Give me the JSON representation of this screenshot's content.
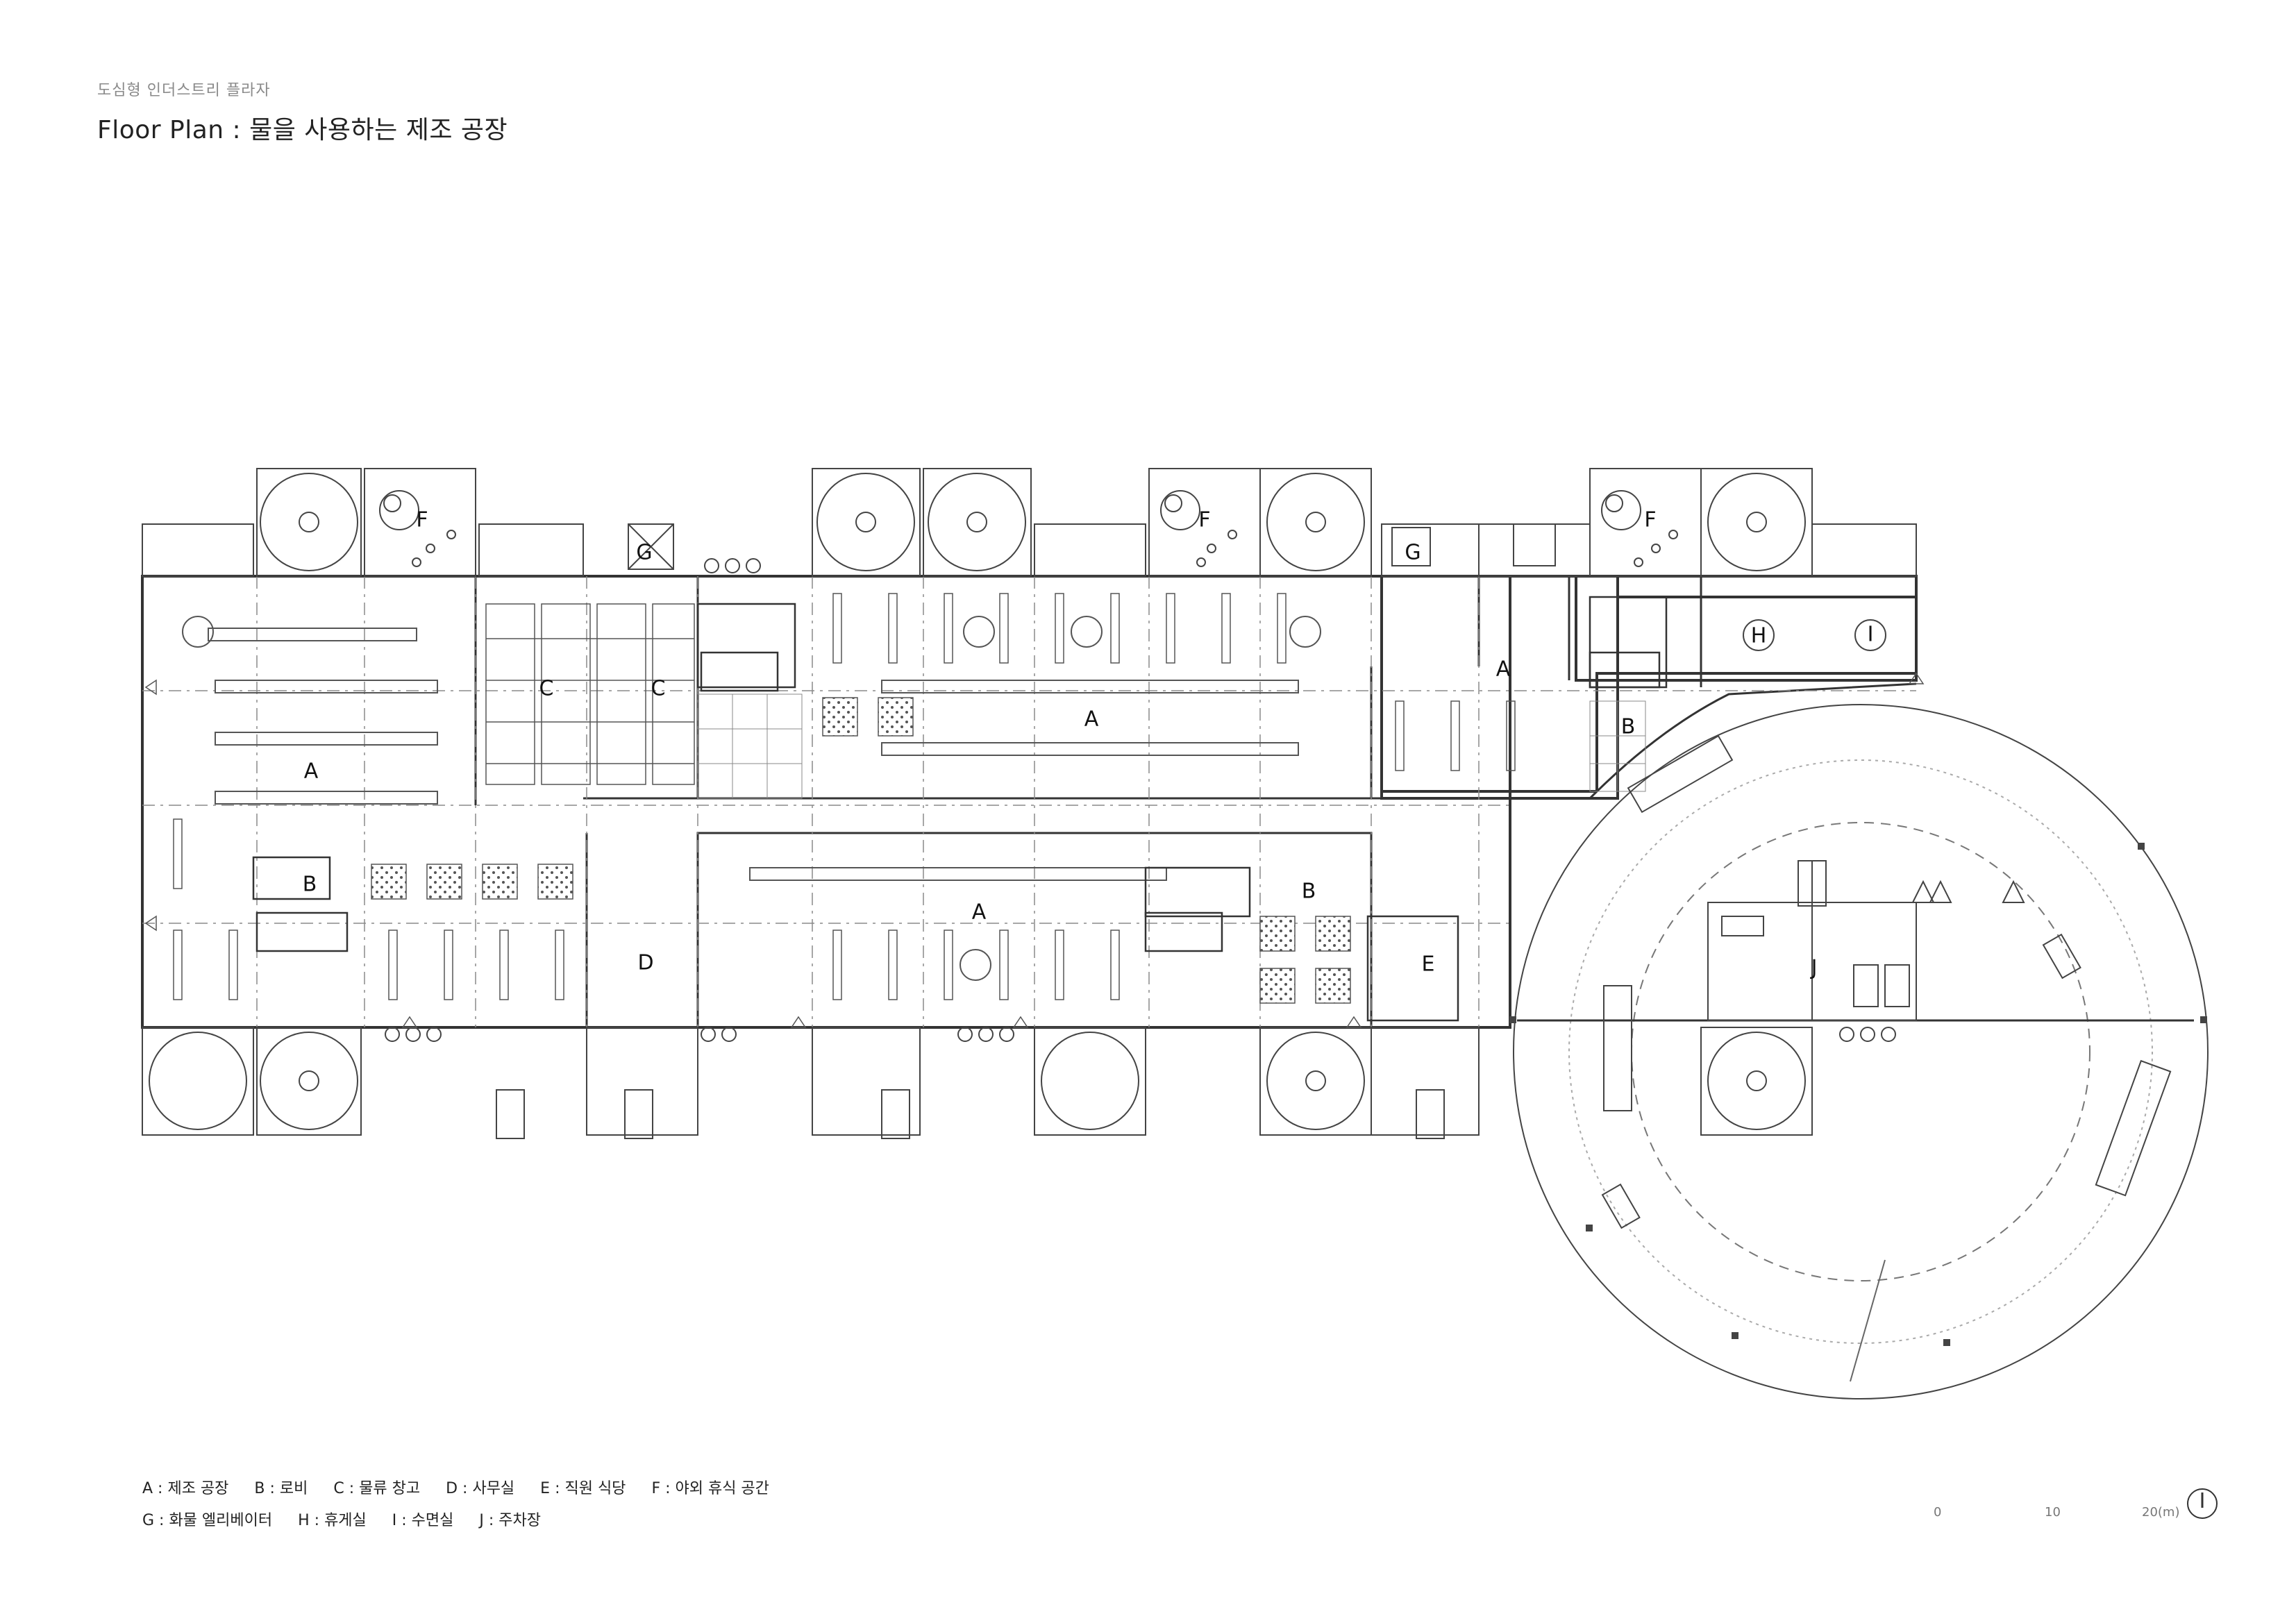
{
  "header": {
    "subtitle": "도심형 인더스트리 플라자",
    "title": "Floor Plan : 물을 사용하는 제조 공장"
  },
  "rooms": [
    {
      "id": "A",
      "label": "A",
      "name": "제조 공장"
    },
    {
      "id": "B",
      "label": "B",
      "name": "로비"
    },
    {
      "id": "C",
      "label": "C",
      "name": "물류 창고"
    },
    {
      "id": "D",
      "label": "D",
      "name": "사무실"
    },
    {
      "id": "E",
      "label": "E",
      "name": "직원 식당"
    },
    {
      "id": "F",
      "label": "F",
      "name": "야외 휴식 공간"
    },
    {
      "id": "G",
      "label": "G",
      "name": "화물 엘리베이터"
    },
    {
      "id": "H",
      "label": "H",
      "name": "휴게실"
    },
    {
      "id": "I",
      "label": "I",
      "name": "수면실"
    },
    {
      "id": "J",
      "label": "J",
      "name": "주차장"
    }
  ],
  "legend": {
    "row1": [
      "A : 제조 공장",
      "B : 로비",
      "C : 물류 창고",
      "D : 사무실",
      "E : 직원 식당",
      "F : 야외 휴식 공간"
    ],
    "row2": [
      "G : 화물 엘리베이터",
      "H : 휴게실",
      "I : 수면실",
      "J : 주차장"
    ]
  },
  "scale_bar": {
    "ticks": [
      "0",
      "10",
      "20(m)"
    ]
  },
  "colors": {
    "line": "#333333",
    "light_line": "#8a8a8a",
    "hatch": "#555555"
  },
  "icons": {
    "north_arrow": "north-arrow-icon"
  }
}
